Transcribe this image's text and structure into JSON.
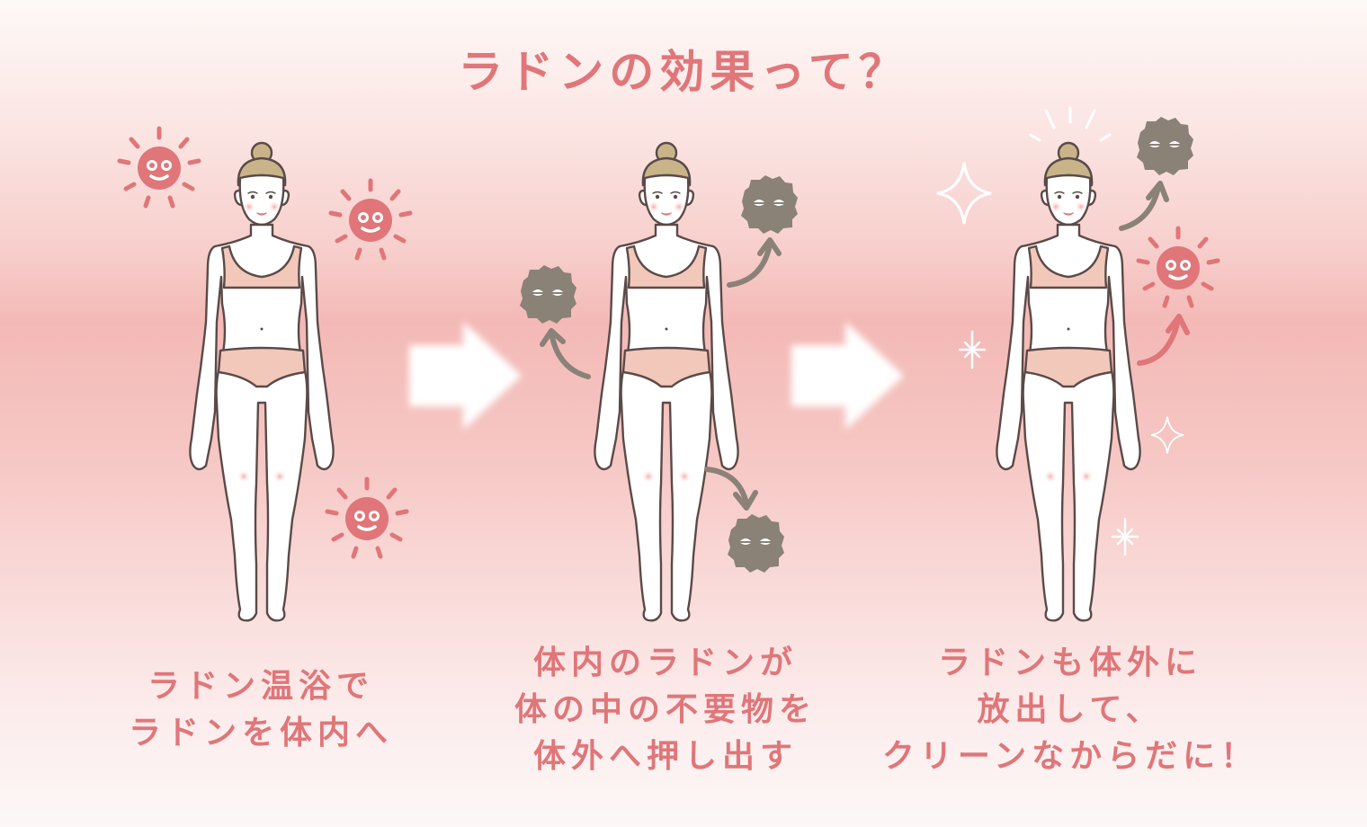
{
  "title": "ラドンの効果って？",
  "colors": {
    "accent_text": "#e07679",
    "sun": "#e07679",
    "toxin": "#8a8177",
    "arrow_big": "#ffffff",
    "skin_outline": "#5a4a48",
    "underwear": "#f2c8bb",
    "hair": "#c9b48a"
  },
  "steps": [
    {
      "id": "step-1",
      "caption_lines": [
        "ラドン温浴で",
        "ラドンを体内へ"
      ],
      "elements": [
        "woman-figure",
        "sun-smiley",
        "sun-smiley",
        "sun-smiley"
      ]
    },
    {
      "id": "step-2",
      "caption_lines": [
        "体内のラドンが",
        "体の中の不要物を",
        "体外へ押し出す"
      ],
      "elements": [
        "woman-figure",
        "toxin-blob",
        "toxin-blob",
        "toxin-blob",
        "curved-arrow",
        "curved-arrow",
        "curved-arrow"
      ]
    },
    {
      "id": "step-3",
      "caption_lines": [
        "ラドンも体外に",
        "放出して、",
        "クリーンなからだに！"
      ],
      "elements": [
        "woman-figure",
        "toxin-blob",
        "sun-smiley",
        "curved-arrow",
        "curved-arrow",
        "sparkle",
        "sparkle",
        "sparkle",
        "sparkle",
        "shine-lines"
      ]
    }
  ],
  "connectors": [
    "big-right-arrow",
    "big-right-arrow"
  ]
}
